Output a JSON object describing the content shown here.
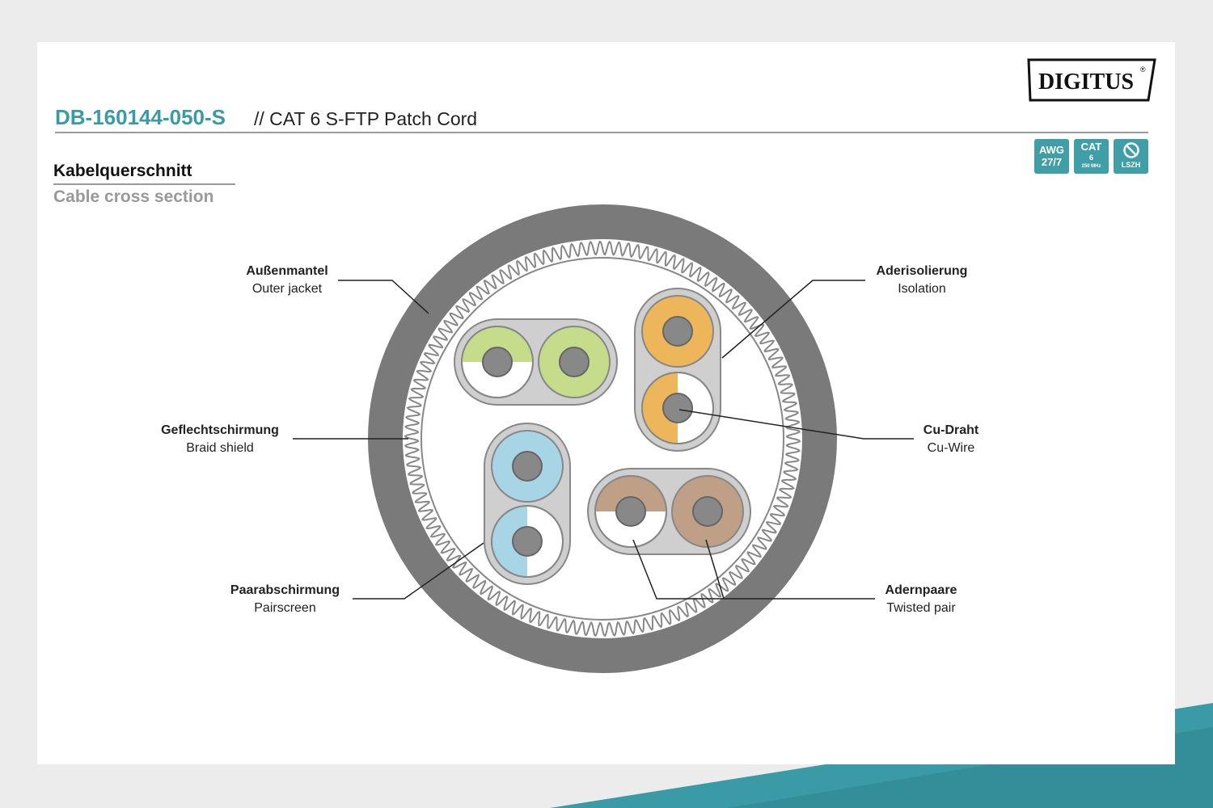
{
  "header": {
    "part_number": "DB-160144-050-S",
    "product_title": "// CAT 6 S-FTP Patch Cord",
    "brand": "DIGITUS"
  },
  "badges": [
    {
      "top": "AWG",
      "bottom": "27/7"
    },
    {
      "top": "CAT",
      "mid": "6",
      "bottom": "250 MHz"
    },
    {
      "icon": "no-halogen-icon",
      "bottom": "LSZH"
    }
  ],
  "section": {
    "title_de": "Kabelquerschnitt",
    "title_en": "Cable cross section"
  },
  "labels": {
    "outer_jacket": {
      "de": "Außenmantel",
      "en": "Outer jacket"
    },
    "braid": {
      "de": "Geflechtschirmung",
      "en": "Braid shield"
    },
    "pairscreen": {
      "de": "Paarabschirmung",
      "en": "Pairscreen"
    },
    "isolation": {
      "de": "Aderisolierung",
      "en": "Isolation"
    },
    "cu_wire": {
      "de": "Cu-Draht",
      "en": "Cu-Wire"
    },
    "twisted_pair": {
      "de": "Adernpaare",
      "en": "Twisted pair"
    }
  },
  "colors": {
    "accent": "#3a9ba6",
    "jacket": "#7a7a7a",
    "green": "#c5dc8a",
    "orange": "#eeb65a",
    "blue": "#a7d5e5",
    "brown": "#bfa086"
  }
}
